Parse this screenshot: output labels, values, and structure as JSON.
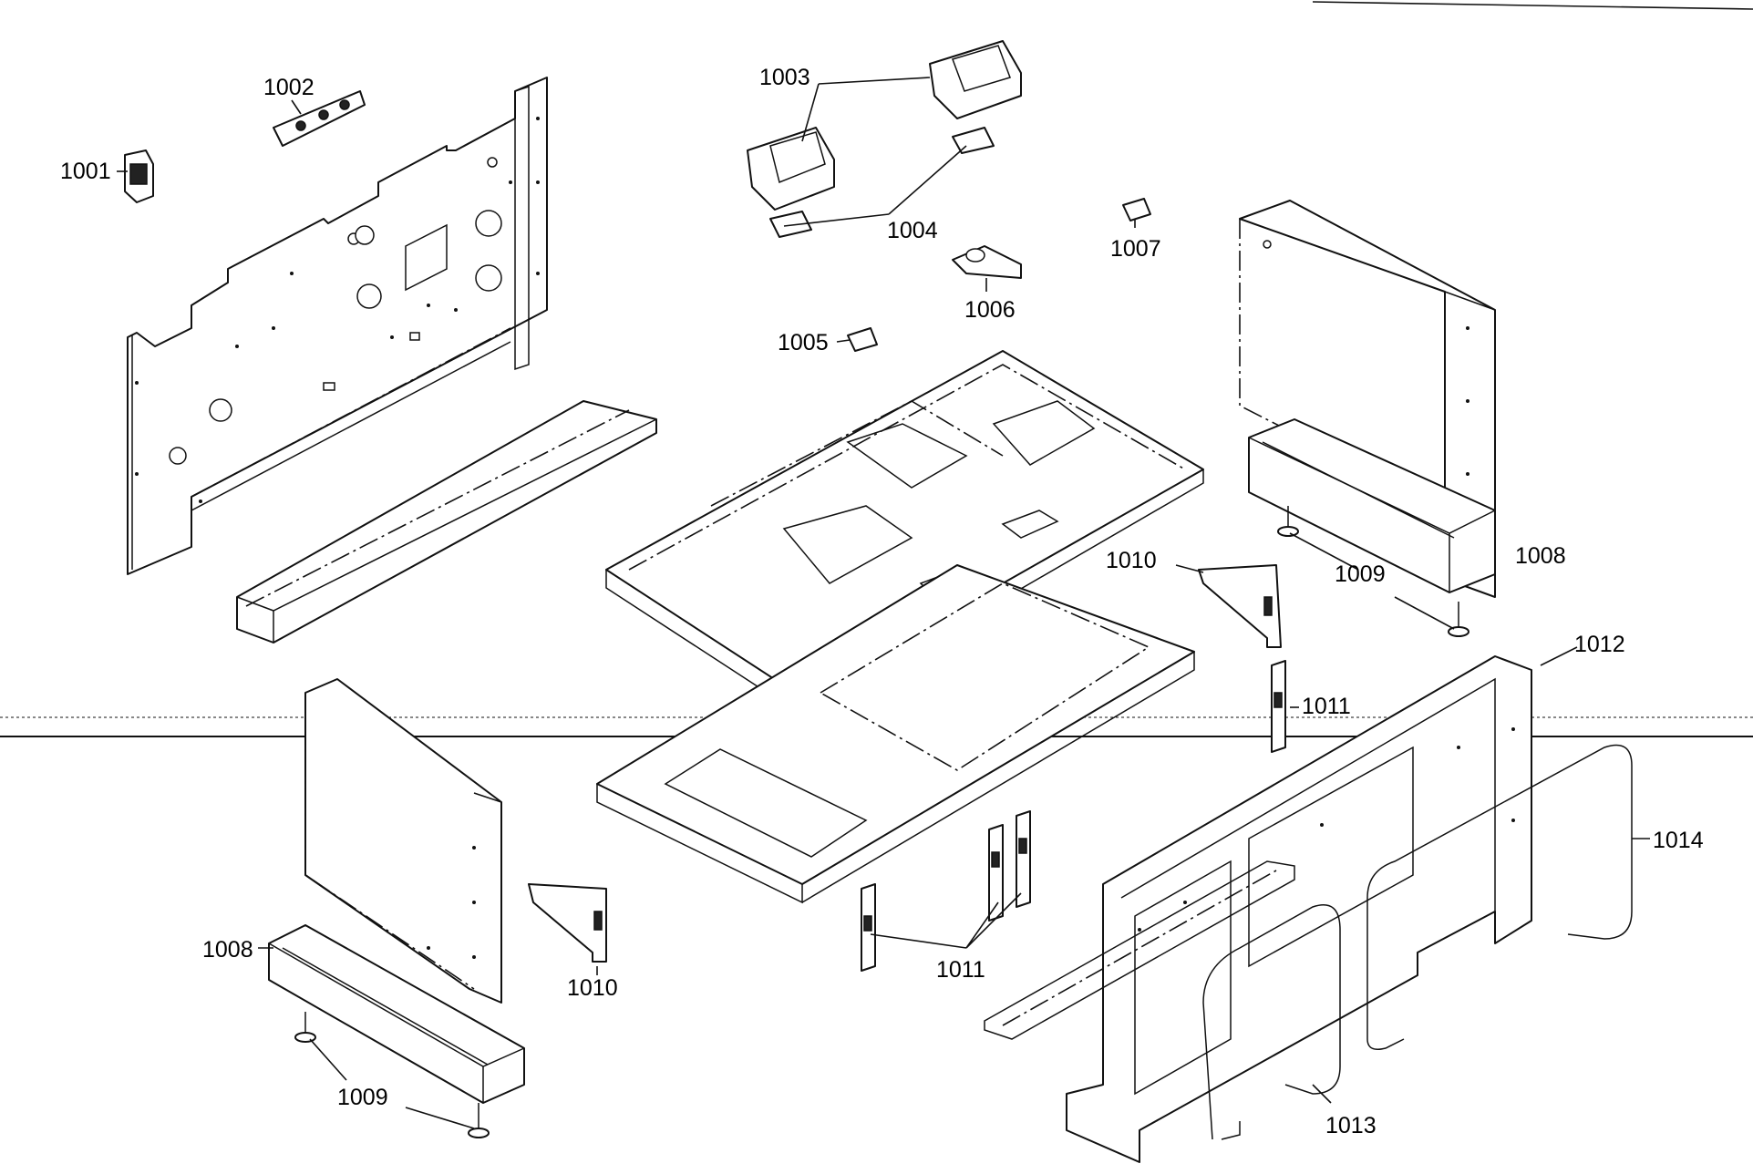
{
  "labels": {
    "p1001": "1001",
    "p1002": "1002",
    "p1003": "1003",
    "p1004": "1004",
    "p1005": "1005",
    "p1006": "1006",
    "p1007": "1007",
    "p1008": "1008",
    "p1009": "1009",
    "p1010": "1010",
    "p1011": "1011",
    "p1012": "1012",
    "p1013": "1013",
    "p1014": "1014"
  }
}
